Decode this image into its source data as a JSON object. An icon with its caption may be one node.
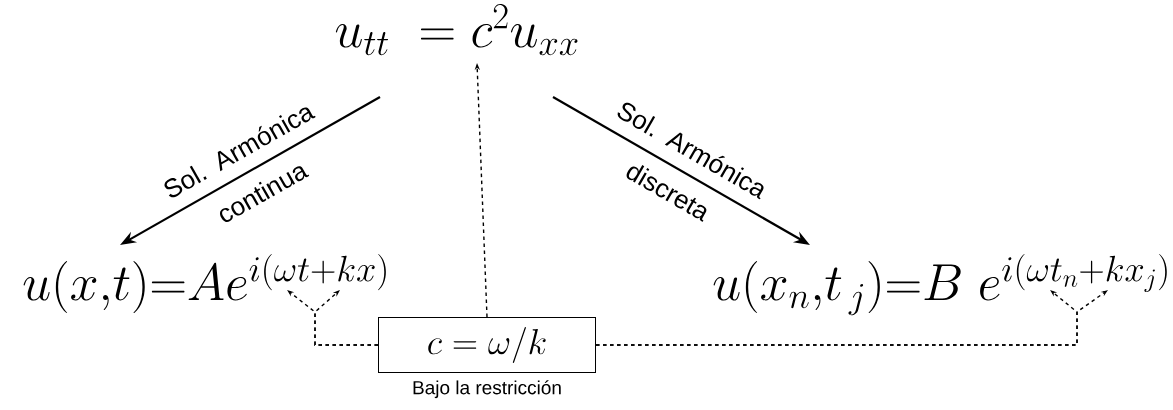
{
  "diagram": {
    "nodes": [
      {
        "text": [
          "u_{tt}\\ = c^2u_{xx}"
        ]
      },
      {
        "text": [
          "u(x{,}t){=}Ae^{i(\\omega t+kx)}"
        ]
      },
      {
        "text": [
          "u(x_n{,}t_{\\,j}){=}B\\;e^{i(\\omega t_n+kx_j)}"
        ]
      },
      {
        "text": [
          "c=\\omega/k"
        ],
        "beside": [
          "Bajo la restricción"
        ]
      }
    ],
    "edges": [
      {
        "from": 0,
        "to": 1,
        "arrow": "to",
        "label": "Sol. Armónica continua"
      },
      {
        "from": 0,
        "to": 2,
        "arrow": "to",
        "label": "Sol. Armónica discreta"
      },
      {
        "from": 3,
        "to": 0,
        "arrow": "to",
        "style": "dashed"
      },
      {
        "from": 3,
        "to": 1,
        "arrow": "to",
        "style": "dashed"
      },
      {
        "from": 3,
        "to": 1,
        "arrow": "to",
        "style": "dashed"
      },
      {
        "from": 3,
        "to": 2,
        "arrow": "to",
        "style": "dashed"
      },
      {
        "from": 3,
        "to": 2,
        "arrow": "to",
        "style": "dashed"
      }
    ]
  }
}
